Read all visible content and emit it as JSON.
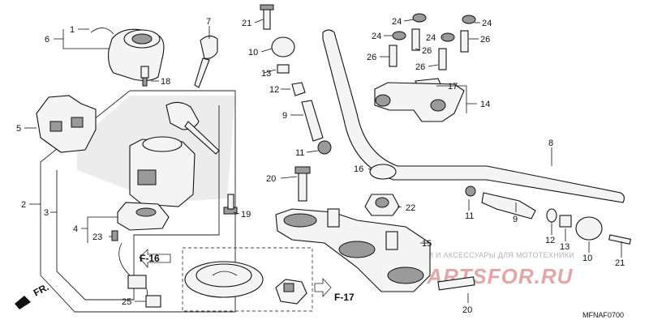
{
  "diagram": {
    "code": "MFNAF0700",
    "direction_label": "FR.",
    "refs": {
      "f16": "F-16",
      "f17": "F-17"
    },
    "watermark": {
      "text": "ЗАПЧАСТИ И АКСЕССУАРЫ ДЛЯ МОТОТЕХНИКИ",
      "logo": "PARTSFOR.RU"
    },
    "callouts": {
      "c1": "1",
      "c2": "2",
      "c3": "3",
      "c4": "4",
      "c5": "5",
      "c6": "6",
      "c7": "7",
      "c8": "8",
      "c9a": "9",
      "c9b": "9",
      "c10a": "10",
      "c10b": "10",
      "c11a": "11",
      "c11b": "11",
      "c12a": "12",
      "c12b": "12",
      "c13a": "13",
      "c13b": "13",
      "c14": "14",
      "c15": "15",
      "c16": "16",
      "c17": "17",
      "c18": "18",
      "c19": "19",
      "c20a": "20",
      "c20b": "20",
      "c21a": "21",
      "c21b": "21",
      "c22": "22",
      "c23": "23",
      "c24a": "24",
      "c24b": "24",
      "c24c": "24",
      "c24d": "24",
      "c25": "25",
      "c26a": "26",
      "c26b": "26",
      "c26c": "26",
      "c26d": "26"
    }
  },
  "colors": {
    "line": "#111111",
    "part_fill": "#f4f4f4",
    "shade": "#9a9a9a",
    "logo": "#e3a6a6"
  }
}
